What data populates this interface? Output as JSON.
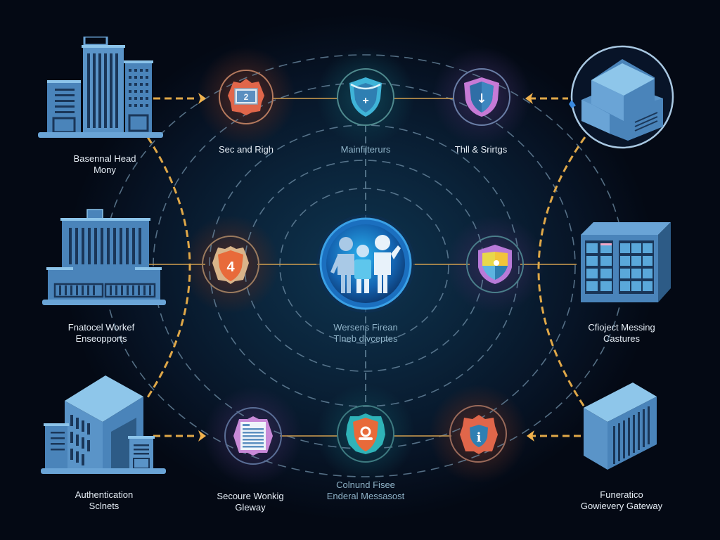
{
  "colors": {
    "background": "#050a18",
    "center_glow": "#0f3550",
    "connector_gold": "#d9a24a",
    "dashed_ring": "#6f8ea6",
    "building_blue": "#6aa4d6",
    "building_dark": "#2d5b86",
    "hub_blue": "#1a7fd0"
  },
  "hub": {
    "icon": "people-group-icon",
    "label_line1": "Wersens Firean",
    "label_line2": "Tlneb dlvceptes"
  },
  "security_nodes": [
    {
      "id": "top-left",
      "icon": "monitor-badge-icon",
      "glyph": "2",
      "color": "#e0664a",
      "label": "Sec and Righ"
    },
    {
      "id": "top-center",
      "icon": "shield-plus-icon",
      "glyph": "+",
      "color": "#3fb4d8",
      "label": "Mainfilterurs"
    },
    {
      "id": "top-right",
      "icon": "shield-download-icon",
      "glyph": "↓",
      "color": "#c77ad6",
      "label": "Thll & Srirtgs"
    },
    {
      "id": "mid-left",
      "icon": "shield-number-icon",
      "glyph": "4",
      "color": "#e86a3a",
      "label": ""
    },
    {
      "id": "mid-right",
      "icon": "shield-quadrant-icon",
      "glyph": "",
      "color": "#b97ad8",
      "label": ""
    },
    {
      "id": "bottom-left",
      "icon": "document-list-icon",
      "glyph": "",
      "color": "#c98ad8",
      "label_line1": "Secoure Wonkig",
      "label_line2": "Gleway"
    },
    {
      "id": "bottom-center",
      "icon": "shield-user-icon",
      "glyph": "",
      "color": "#2fb3b8",
      "label_line1": "Colnund Fisee",
      "label_line2": "Enderal Messasost"
    },
    {
      "id": "bottom-right",
      "icon": "shield-info-icon",
      "glyph": "i",
      "color": "#e0664a",
      "label": ""
    }
  ],
  "endpoints": [
    {
      "id": "top-left",
      "icon": "office-buildings-icon",
      "label_line1": "Basennal Head",
      "label_line2": "Mony"
    },
    {
      "id": "top-right",
      "icon": "server-box-icon",
      "label_line1": "",
      "label_line2": ""
    },
    {
      "id": "mid-left",
      "icon": "government-building-icon",
      "label_line1": "Fnatocel Workef",
      "label_line2": "Enseopports"
    },
    {
      "id": "mid-right",
      "icon": "data-rack-icon",
      "label_line1": "Cfioject Messing",
      "label_line2": "Castures"
    },
    {
      "id": "bottom-left",
      "icon": "office-tower-icon",
      "label_line1": "Authentication",
      "label_line2": "Sclnets"
    },
    {
      "id": "bottom-right",
      "icon": "datacenter-tower-icon",
      "label_line1": "Funeratico",
      "label_line2": "Gowievery Gateway"
    }
  ]
}
